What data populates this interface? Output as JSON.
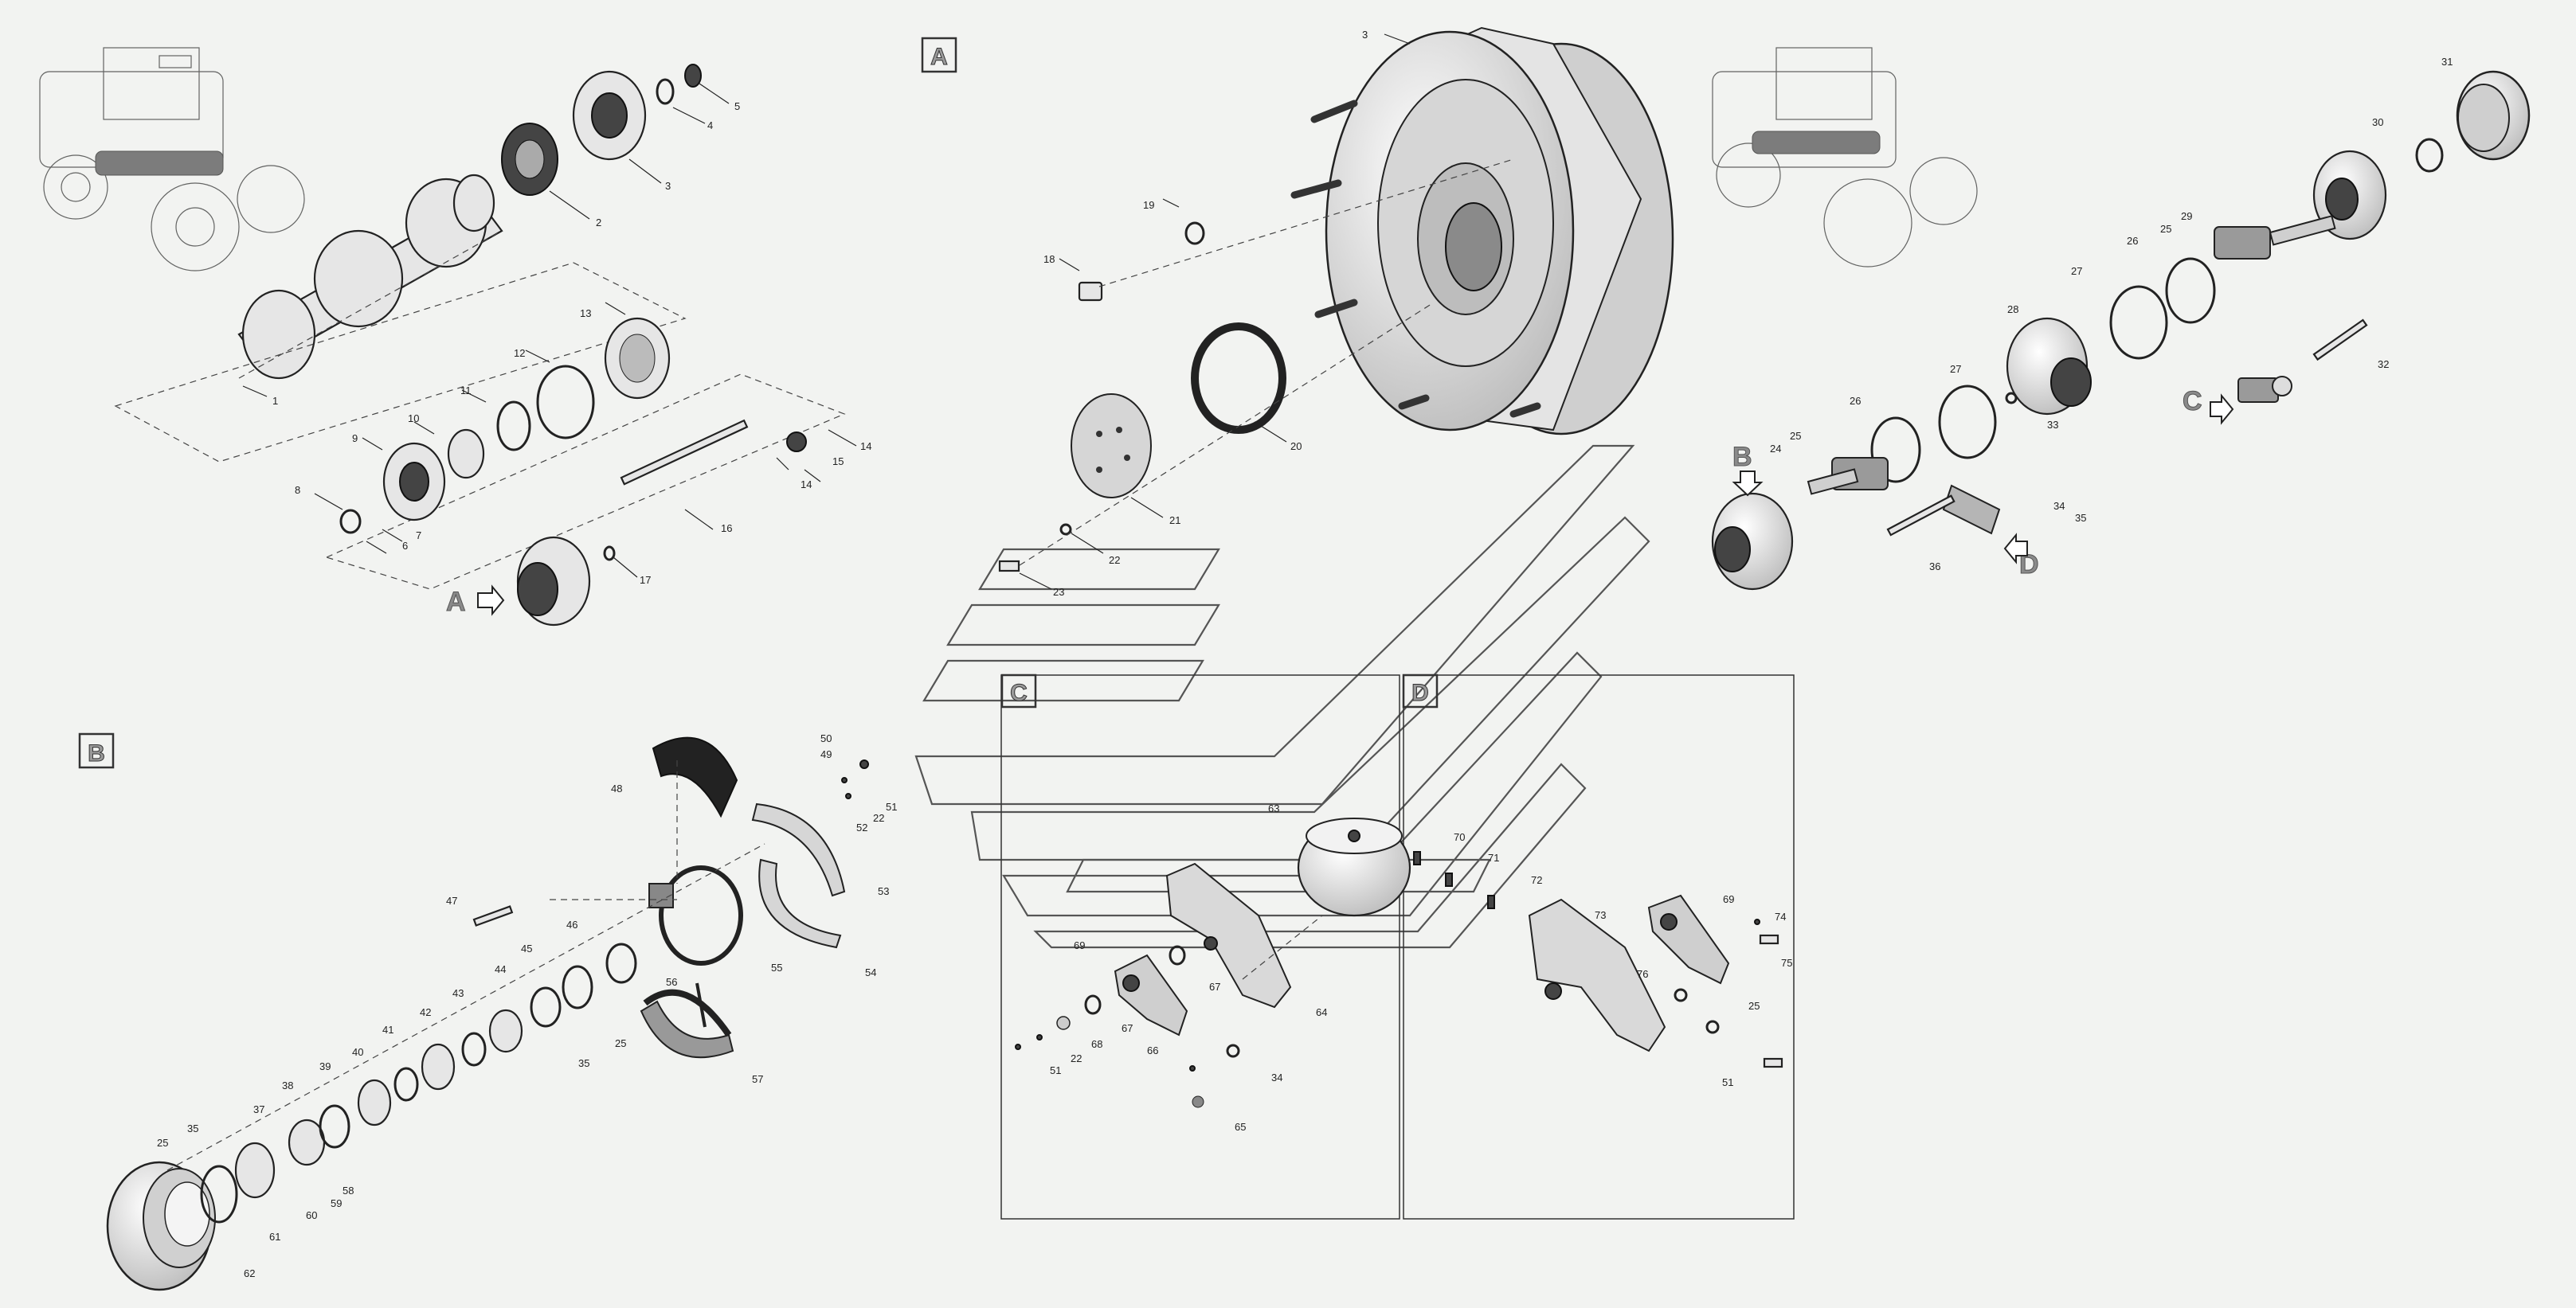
{
  "diagram": {
    "sections": {
      "A": "A",
      "B": "B",
      "C": "C",
      "D": "D"
    },
    "callouts": {
      "c1": "1",
      "c2": "2",
      "c3": "3",
      "c3b": "3",
      "c4": "4",
      "c5": "5",
      "c6": "6",
      "c7": "7",
      "c8": "8",
      "c9": "9",
      "c10": "10",
      "c11": "11",
      "c12": "12",
      "c13": "13",
      "c14a": "14",
      "c14b": "14",
      "c15": "15",
      "c16": "16",
      "c17": "17",
      "c18": "18",
      "c19": "19",
      "c20": "20",
      "c21": "21",
      "c22a": "22",
      "c22b": "22",
      "c22c": "22",
      "c23": "23",
      "c24": "24",
      "c25a": "25",
      "c25b": "25",
      "c25c": "25",
      "c25d": "25",
      "c26a": "26",
      "c26b": "26",
      "c27a": "27",
      "c27b": "27",
      "c28": "28",
      "c29": "29",
      "c30": "30",
      "c31": "31",
      "c32": "32",
      "c33": "33",
      "c34a": "34",
      "c34b": "34",
      "c35a": "35",
      "c35b": "35",
      "c35c": "35",
      "c36": "36",
      "c37": "37",
      "c38": "38",
      "c39": "39",
      "c40": "40",
      "c41": "41",
      "c42": "42",
      "c43": "43",
      "c44": "44",
      "c45": "45",
      "c46": "46",
      "c47": "47",
      "c48": "48",
      "c49": "49",
      "c50": "50",
      "c51a": "51",
      "c51b": "51",
      "c51c": "51",
      "c52": "52",
      "c53": "53",
      "c54": "54",
      "c55": "55",
      "c56": "56",
      "c57": "57",
      "c58": "58",
      "c59": "59",
      "c60": "60",
      "c61": "61",
      "c62": "62",
      "c63": "63",
      "c64": "64",
      "c65": "65",
      "c66": "66",
      "c67a": "67",
      "c67b": "67",
      "c68": "68",
      "c69a": "69",
      "c69b": "69",
      "c70": "70",
      "c71": "71",
      "c72": "72",
      "c73": "73",
      "c74": "74",
      "c75": "75",
      "c76": "76"
    }
  }
}
